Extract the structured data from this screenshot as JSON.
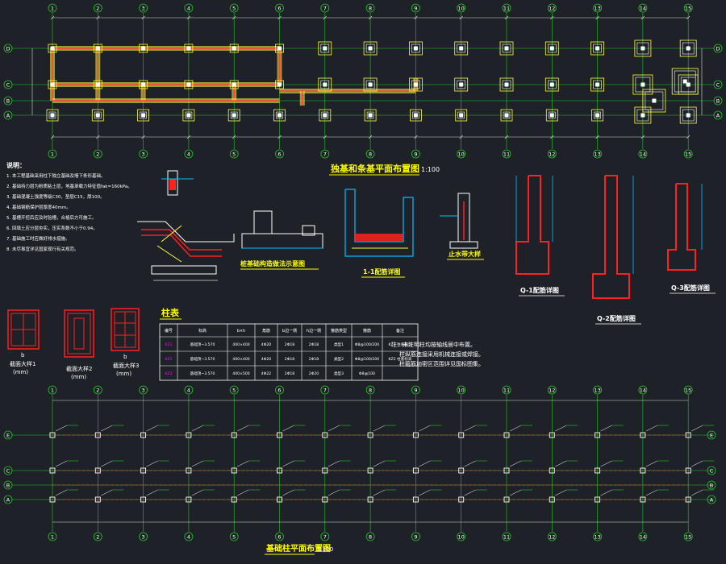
{
  "colors": {
    "background": "#1e2228",
    "axis": "#1ec81e",
    "dim": "#d8d8d8",
    "column": "#ffffff",
    "footing": "#ffff3c",
    "beam": "#ff4040",
    "rebar": "#ff2020",
    "hatch": "#00c0ff",
    "title": "#ffff00",
    "text": "#ffffff",
    "magenta": "#ff00ff"
  },
  "top_plan": {
    "col_labels": [
      "1",
      "2",
      "3",
      "4",
      "5",
      "6",
      "7",
      "8",
      "9",
      "10",
      "11",
      "12",
      "13",
      "14",
      "15"
    ],
    "row_labels": [
      "D",
      "C",
      "B",
      "A"
    ],
    "title": "独基和条基平面布置图",
    "scale": "1:100"
  },
  "notes": {
    "heading": "说明：",
    "lines": [
      "1. 本工程基础采用柱下独立基础及墙下条形基础。",
      "2. 基础持力层为粉质粘土层，地基承载力特征值fak=160kPa。",
      "3. 基础混凝土强度等级C30，垫层C15，厚100。",
      "4. 基础钢筋保护层厚度40mm。",
      "5. 基槽开挖后应及时验槽，合格后方可施工。",
      "6. 回填土应分层夯实，压实系数不小于0.94。",
      "7. 基础施工时应做好排水措施。",
      "8. 未尽事宜详见国家现行有关规范。"
    ]
  },
  "details": {
    "d1_title": "桩基础构造做法示意图",
    "d2_title": "1-1配筋详图",
    "d3_title": "止水带大样",
    "q1_title": "Q-1配筋详图",
    "q2_title": "Q-2配筋详图",
    "q3_title": "Q-3配筋详图"
  },
  "sections": {
    "s1": "截面大样1",
    "s2": "截面大样2",
    "s3": "截面大样3",
    "unit": "(mm)",
    "b_label": "b"
  },
  "column_table": {
    "title": "柱表",
    "headers": [
      "编号",
      "标高",
      "b×h",
      "角筋",
      "b边一侧",
      "h边一侧",
      "箍筋类型",
      "箍筋",
      "备注"
    ],
    "rows": [
      [
        "KZ1",
        "基础顶~3.570",
        "400×400",
        "4Φ20",
        "2Φ18",
        "2Φ18",
        "类型1",
        "Φ8@100/200",
        "KZ1 柱底标高"
      ],
      [
        "KZ2",
        "基础顶~3.570",
        "400×400",
        "4Φ20",
        "2Φ18",
        "2Φ18",
        "类型2",
        "Φ8@100/200",
        "KZ2 柱底标高"
      ],
      [
        "KZ3",
        "基础顶~3.570",
        "400×500",
        "4Φ22",
        "2Φ18",
        "2Φ20",
        "类型3",
        "Φ8@100",
        ""
      ]
    ]
  },
  "table_note": {
    "lines": [
      "注：未注明柱均按轴线居中布置。",
      "柱纵筋连接采用机械连接或焊接。",
      "柱箍筋加密区范围详见国标图集。"
    ]
  },
  "bottom_plan": {
    "col_labels": [
      "1",
      "2",
      "3",
      "4",
      "5",
      "6",
      "7",
      "8",
      "9",
      "10",
      "11",
      "12",
      "13",
      "14",
      "15"
    ],
    "row_labels": [
      "E",
      "C",
      "B",
      "A"
    ],
    "title": "基础柱平面布置图",
    "scale": "1:100"
  }
}
